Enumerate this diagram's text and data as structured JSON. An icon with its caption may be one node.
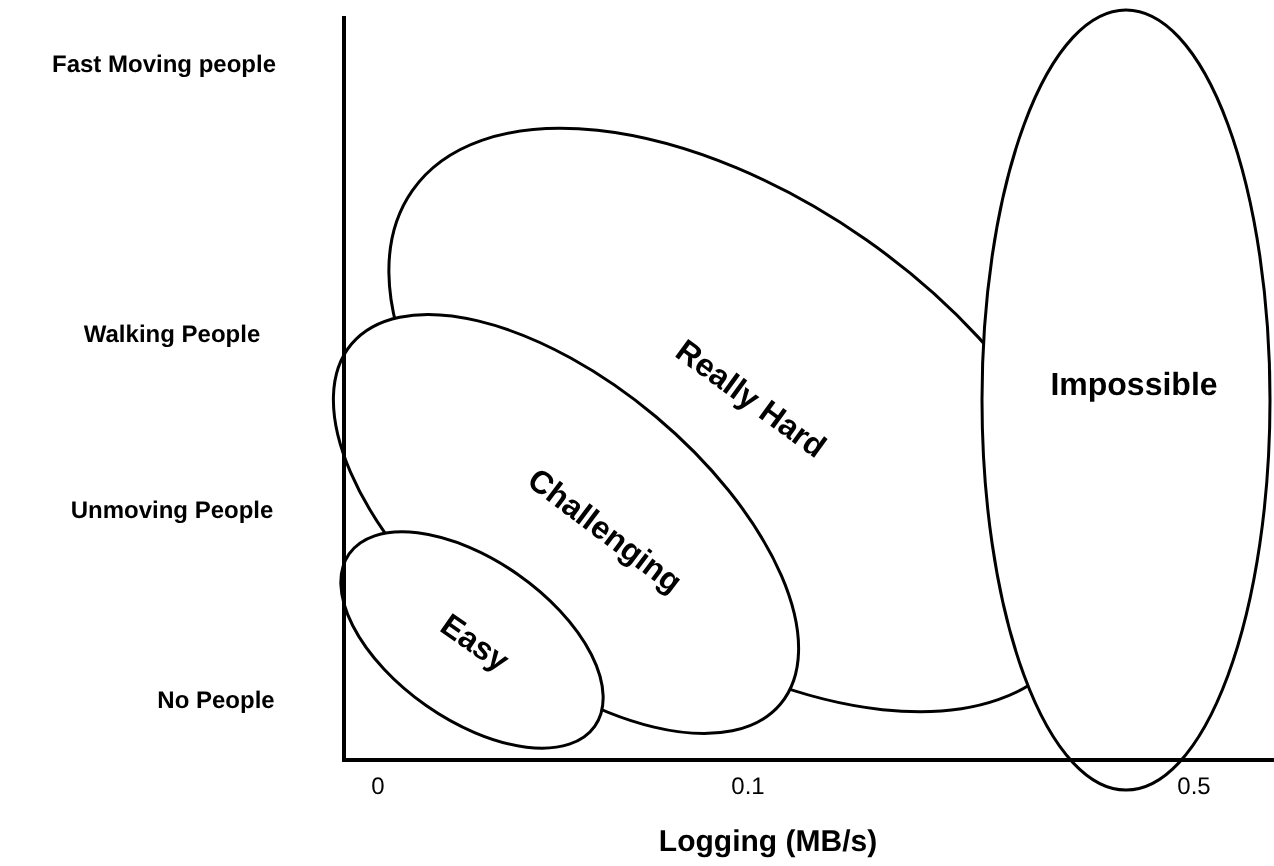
{
  "diagram": {
    "nodes": [
      {
        "text": [
          "Really Hard"
        ]
      },
      {
        "text": [
          "Challenging"
        ]
      },
      {
        "text": [
          "Easy"
        ]
      },
      {
        "text": [
          "Impossible"
        ]
      }
    ],
    "labels": [
      "Fast Moving people",
      "Walking People",
      "Unmoving People",
      "No People",
      "0",
      "0.1",
      "0.5",
      "Logging (MB/s)"
    ]
  }
}
